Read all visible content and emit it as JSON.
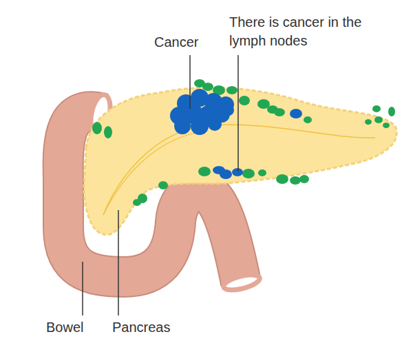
{
  "diagram": {
    "labels": [
      "Cancer",
      "There is cancer in the lymph nodes",
      "Bowel",
      "Pancreas"
    ]
  }
}
